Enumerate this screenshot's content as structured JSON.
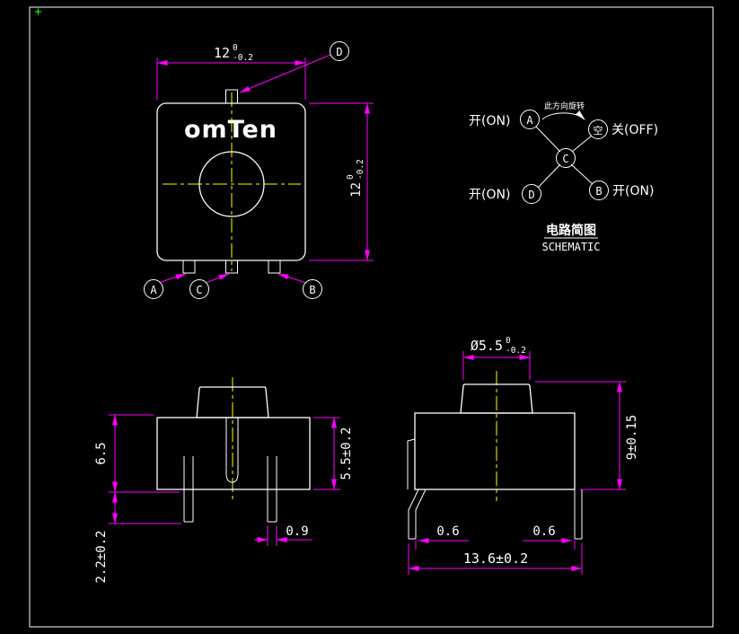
{
  "colors": {
    "background": "#000000",
    "object_lines": "#ffffff",
    "dimension_lines": "#ff00ff",
    "center_lines": "#ffff00",
    "snap_marker": "#00ff00"
  },
  "top_view": {
    "logo": "omTen",
    "dim_width": {
      "value": "12",
      "upper": "0",
      "lower": "-0.2"
    },
    "dim_height": {
      "value": "12",
      "upper": "0",
      "lower": "-0.2"
    },
    "callouts": {
      "a": "A",
      "b": "B",
      "c": "C",
      "d": "D"
    }
  },
  "schematic": {
    "on_top_left": "开(ON)",
    "off_top_right": "关(OFF)",
    "on_bottom_left": "开(ON)",
    "on_bottom_right": "开(ON)",
    "rotate_note": "此方向旋转",
    "nodes": {
      "a": "A",
      "b": "B",
      "c": "C",
      "d": "D",
      "empty": "空"
    },
    "title_cn": "电路简图",
    "title_en": "SCHEMATIC"
  },
  "front_view": {
    "dim_height_upper": "6.5",
    "dim_pin_length": "2.2±0.2",
    "dim_body_height": "5.5±0.2",
    "dim_pin_width": "0.9"
  },
  "side_view": {
    "dim_button_dia": {
      "value": "Ø5.5",
      "upper": "0",
      "lower": "-0.2"
    },
    "dim_total_height": "9±0.15",
    "dim_pin_left": "0.6",
    "dim_pin_right": "0.6",
    "dim_overall_width": "13.6±0.2"
  }
}
